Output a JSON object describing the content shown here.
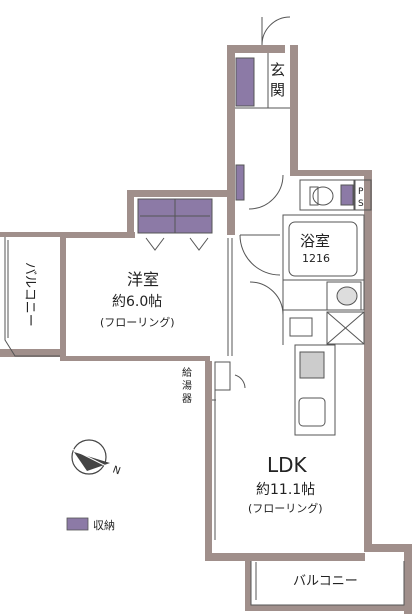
{
  "rooms": {
    "entrance": {
      "label_line1": "玄",
      "label_line2": "関"
    },
    "ps": {
      "label_line1": "P",
      "label_line2": "S"
    },
    "bath": {
      "label": "浴室",
      "size": "1216"
    },
    "western": {
      "label": "洋室",
      "area": "約6.0帖",
      "floor": "(フローリング)"
    },
    "water_heater": {
      "line1": "給",
      "line2": "湯",
      "line3": "器"
    },
    "ldk": {
      "label": "LDK",
      "area": "約11.1帖",
      "floor": "(フローリング)"
    },
    "balcony_left": {
      "label": "バルコニー"
    },
    "balcony_bottom": {
      "label": "バルコニー"
    }
  },
  "legend": {
    "label": "収納"
  },
  "compass": {
    "north": "N"
  },
  "colors": {
    "wall": "#a08f8b",
    "storage": "#8c7aa6",
    "line": "#555555"
  }
}
